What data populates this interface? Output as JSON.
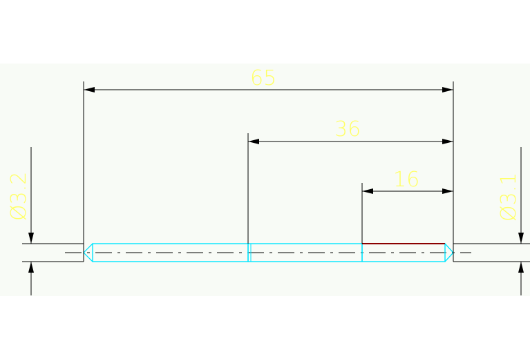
{
  "drawing": {
    "colors": {
      "background": "#ffffff",
      "sheet": "#f8fbf6",
      "dimension_line": "#000000",
      "dimension_text": "#ffff66",
      "shaft_outline": "#00e5ff",
      "thread_edge": "#8b0000",
      "centerline": "#000000"
    },
    "dimensions": {
      "overall_length": "65",
      "middle_length": "36",
      "end_length": "16",
      "left_diameter": "Ø3.2",
      "right_diameter": "Ø3.1"
    }
  }
}
